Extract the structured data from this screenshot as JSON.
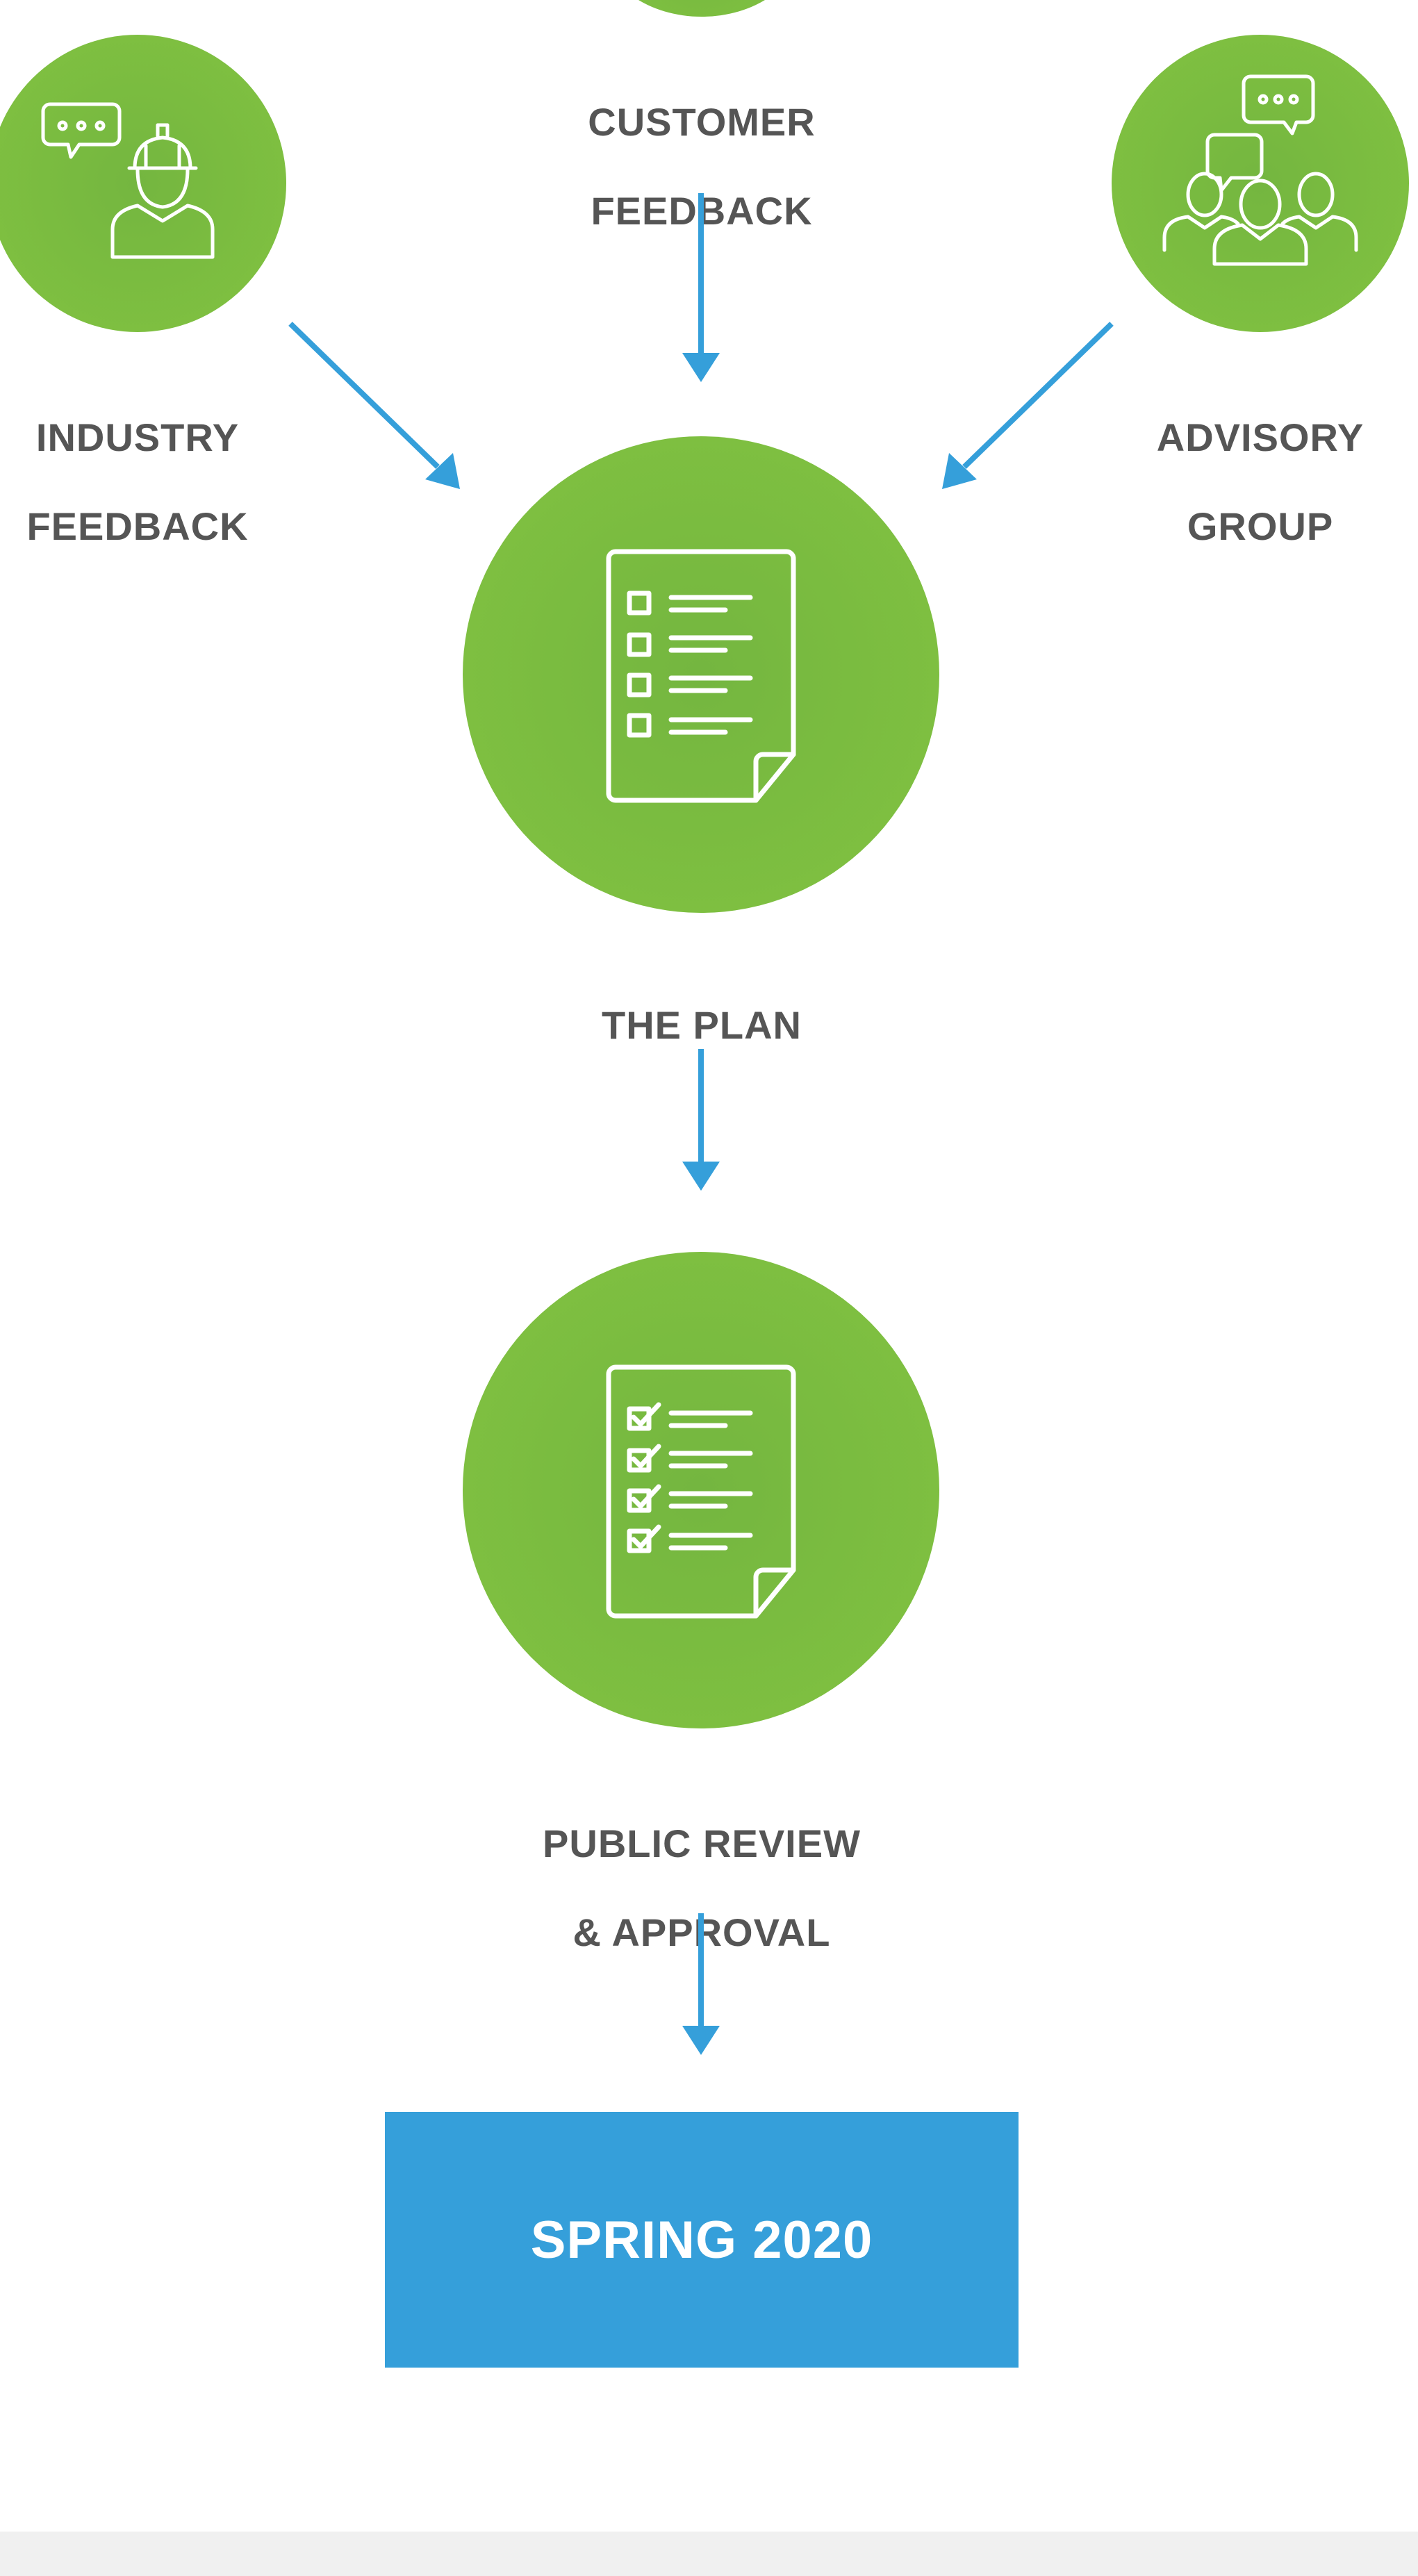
{
  "nodes": {
    "customer_feedback": {
      "line1": "CUSTOMER",
      "line2": "FEEDBACK",
      "icon": "circle-top-partial"
    },
    "industry_feedback": {
      "line1": "INDUSTRY",
      "line2": "FEEDBACK",
      "icon": "worker-chat-icon"
    },
    "advisory_group": {
      "line1": "ADVISORY",
      "line2": "GROUP",
      "icon": "group-chat-icon"
    },
    "the_plan": {
      "label": "THE PLAN",
      "icon": "checklist-icon"
    },
    "public_review": {
      "line1": "PUBLIC REVIEW",
      "line2": "& APPROVAL",
      "icon": "checked-list-icon"
    },
    "spring": {
      "label": "SPRING 2020"
    }
  },
  "colors": {
    "circle_green": "#82c341",
    "arrow_blue": "#359fda",
    "text_gray": "#555555",
    "box_blue": "#359fda"
  }
}
